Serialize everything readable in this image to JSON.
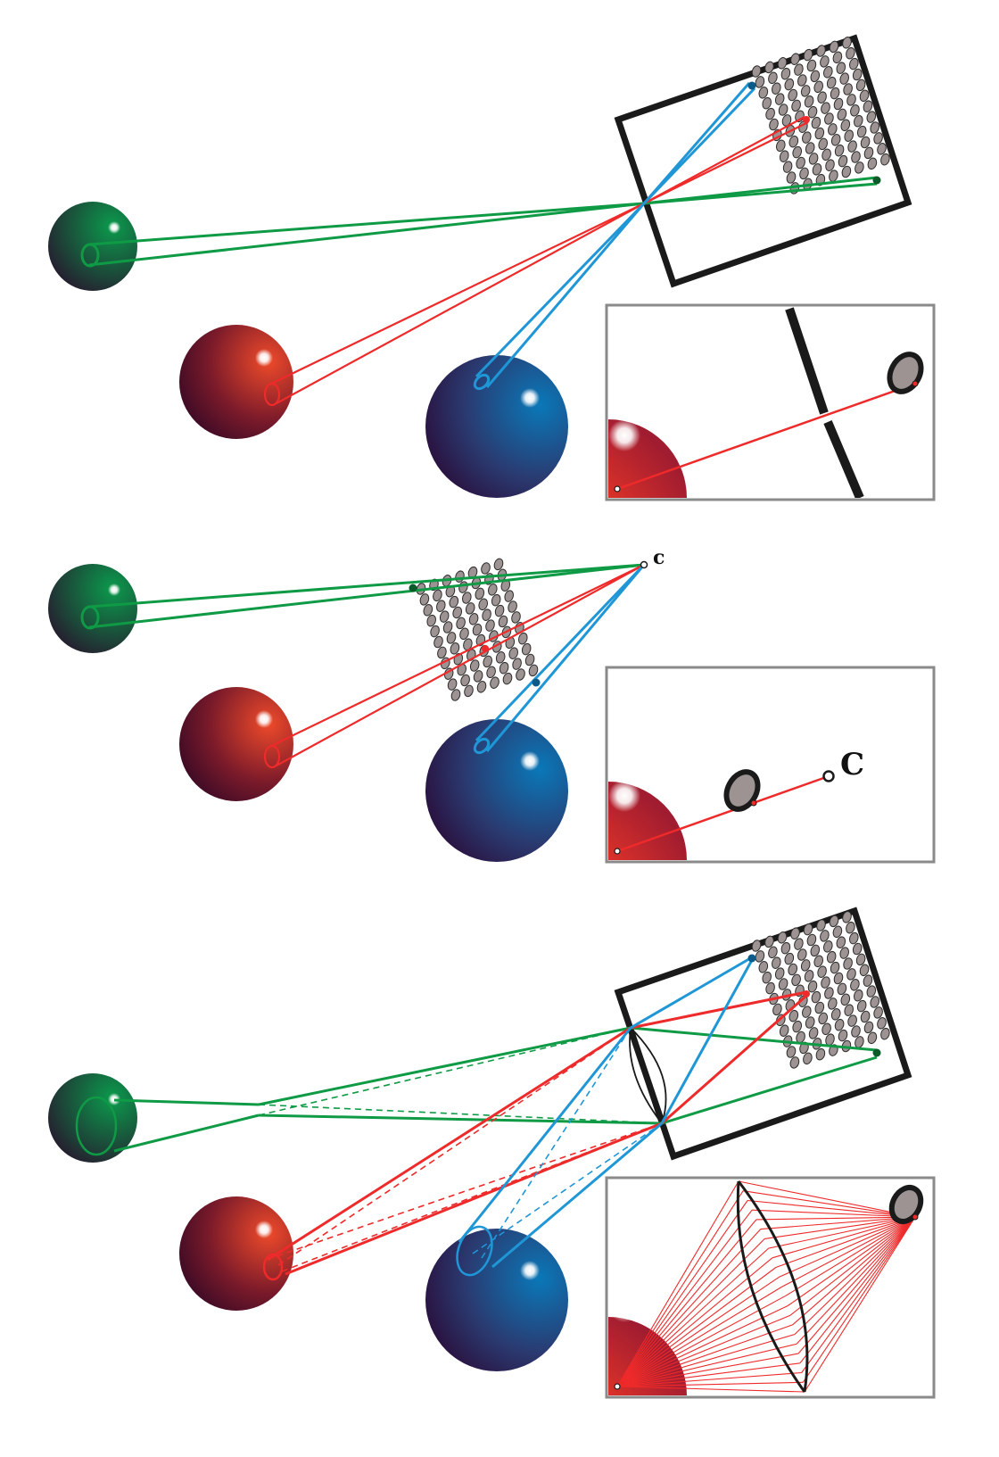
{
  "labels": {
    "panel2_center": "c",
    "panel2_inset_center": "C"
  },
  "colors": {
    "green": "#0f9a45",
    "red": "#ee2a2a",
    "blue": "#1f96d6",
    "frame": "#1a1a1a",
    "inset_border": "#8a8a8a",
    "pixel_fill": "#9e9393",
    "pixel_stroke": "#2a2a2a"
  },
  "panels": [
    {
      "name": "pinhole-camera",
      "has_box": true,
      "has_lens": false
    },
    {
      "name": "virtual-image-plane",
      "has_box": false,
      "has_lens": false
    },
    {
      "name": "lens-camera",
      "has_box": true,
      "has_lens": true
    }
  ]
}
